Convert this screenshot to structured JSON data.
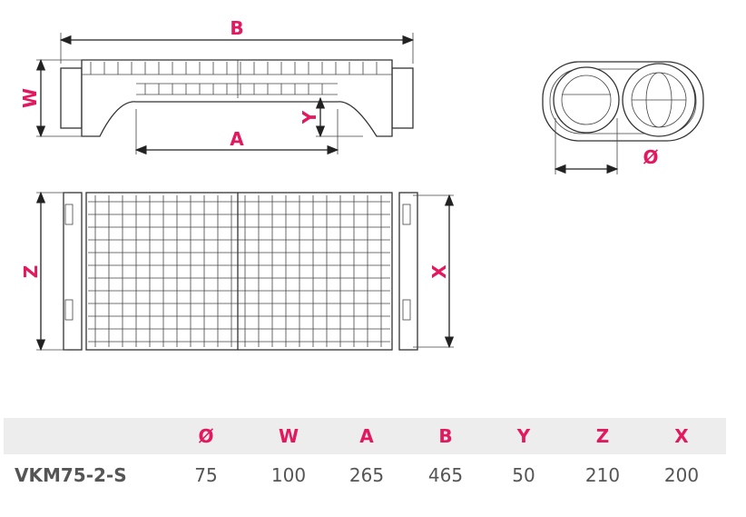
{
  "diagram": {
    "labels": {
      "B": "B",
      "W": "W",
      "A": "A",
      "Y": "Y",
      "diameter": "Ø",
      "Z": "Z",
      "X": "X"
    }
  },
  "table": {
    "headers": [
      "Ø",
      "W",
      "A",
      "B",
      "Y",
      "Z",
      "X"
    ],
    "rows": [
      {
        "model": "VKM75-2-S",
        "values": [
          "75",
          "100",
          "265",
          "465",
          "50",
          "210",
          "200"
        ]
      }
    ]
  },
  "colors": {
    "accent": "#e3195f",
    "header_bg": "#ededee",
    "text": "#555555"
  }
}
